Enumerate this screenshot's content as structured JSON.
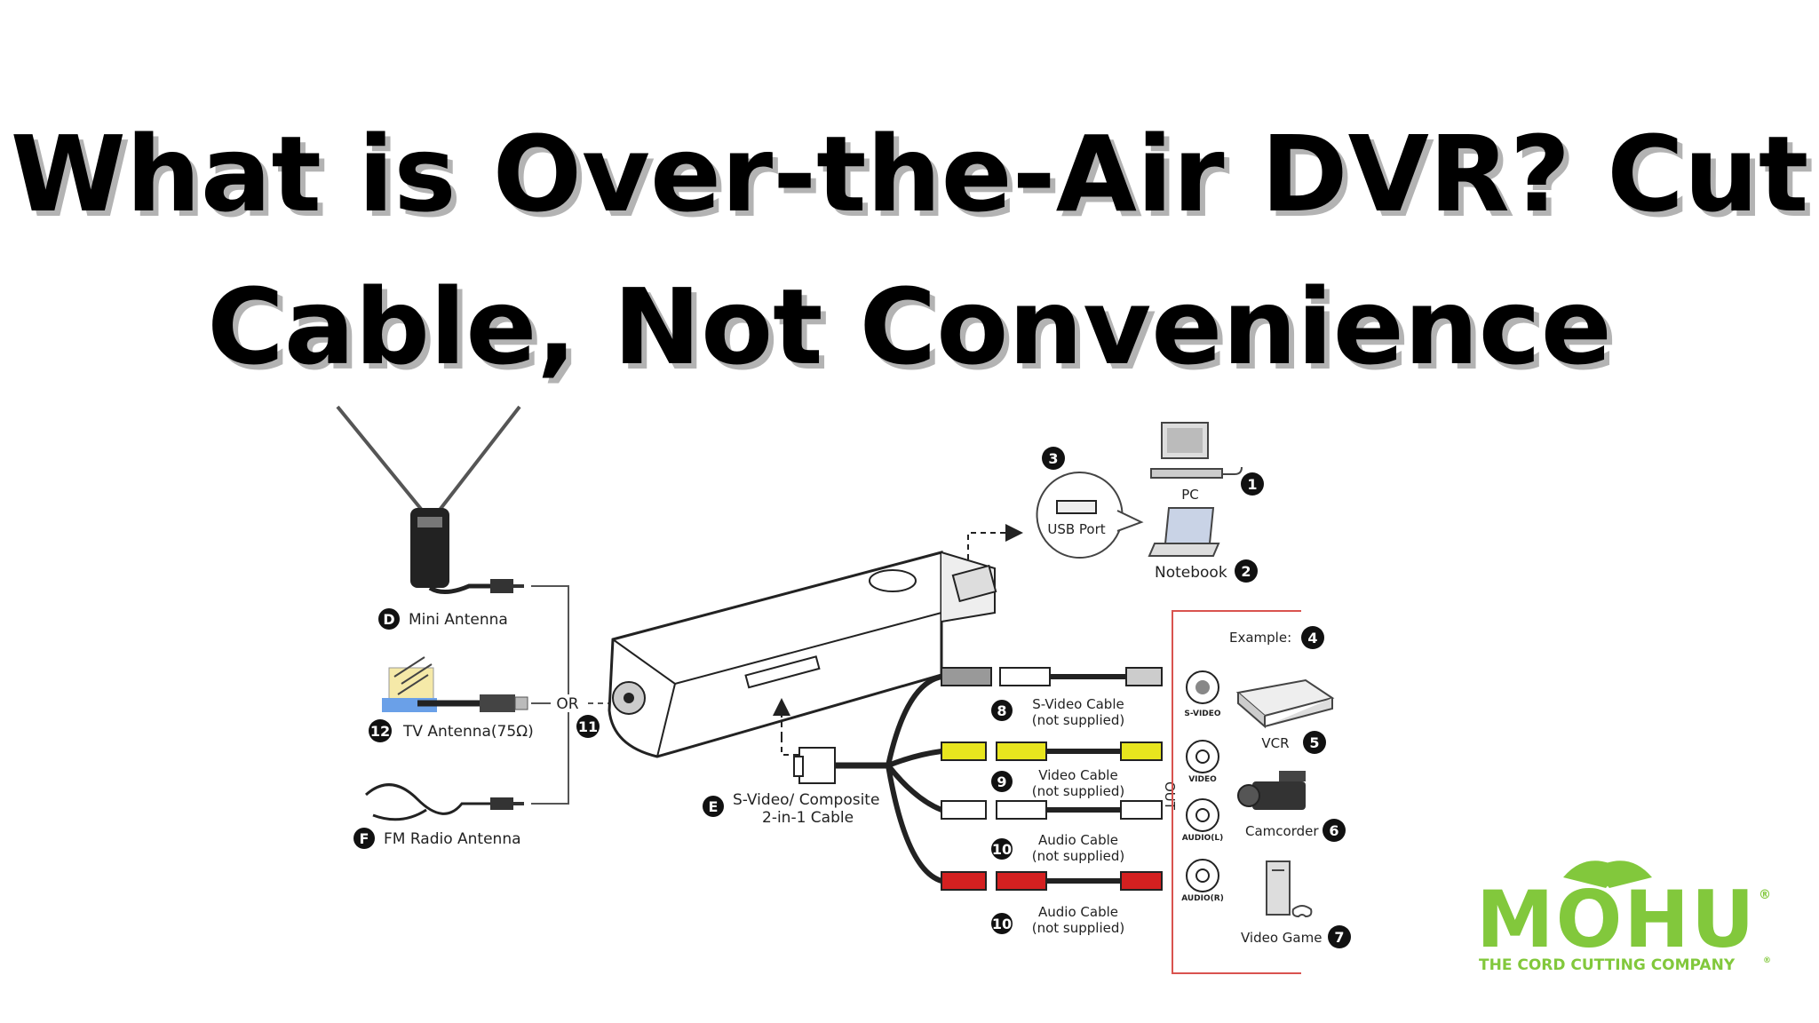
{
  "headline": {
    "line1": "What is Over-the-Air DVR? Cut",
    "line2": "Cable, Not Convenience"
  },
  "diagram": {
    "labels": {
      "mini_antenna": "Mini Antenna",
      "tv_antenna": "TV Antenna(75Ω)",
      "fm_antenna": "FM Radio Antenna",
      "or": "OR",
      "usb_port": "USB Port",
      "pc": "PC",
      "notebook": "Notebook",
      "example": "Example:",
      "svideo_cable_1": "S-Video Cable",
      "svideo_cable_2": "(not supplied)",
      "video_cable_1": "Video Cable",
      "video_cable_2": "(not supplied)",
      "audio_cable_a_1": "Audio Cable",
      "audio_cable_a_2": "(not supplied)",
      "audio_cable_b_1": "Audio Cable",
      "audio_cable_b_2": "(not supplied)",
      "composite_1": "S-Video/ Composite",
      "composite_2": "2-in-1 Cable",
      "vcr": "VCR",
      "camcorder": "Camcorder",
      "video_game": "Video Game",
      "out": "OUT",
      "jack_svideo": "S-VIDEO",
      "jack_video": "VIDEO",
      "jack_audio_l": "AUDIO(L)",
      "jack_audio_r": "AUDIO(R)"
    },
    "badges": {
      "d": "D",
      "e": "E",
      "f": "F",
      "n1": "1",
      "n2": "2",
      "n3": "3",
      "n4": "4",
      "n5": "5",
      "n6": "6",
      "n7": "7",
      "n8": "8",
      "n9": "9",
      "n10a": "10",
      "n10b": "10",
      "n11": "11",
      "n12": "12"
    },
    "colors": {
      "video_plug": "#e8e51e",
      "audio_red_plug": "#d42020",
      "bracket_red": "#d9534f"
    }
  },
  "logo": {
    "wordmark": "MOHU",
    "tagline": "THE CORD CUTTING COMPANY",
    "registered": "®",
    "trademark": "®",
    "color": "#82c83c"
  }
}
